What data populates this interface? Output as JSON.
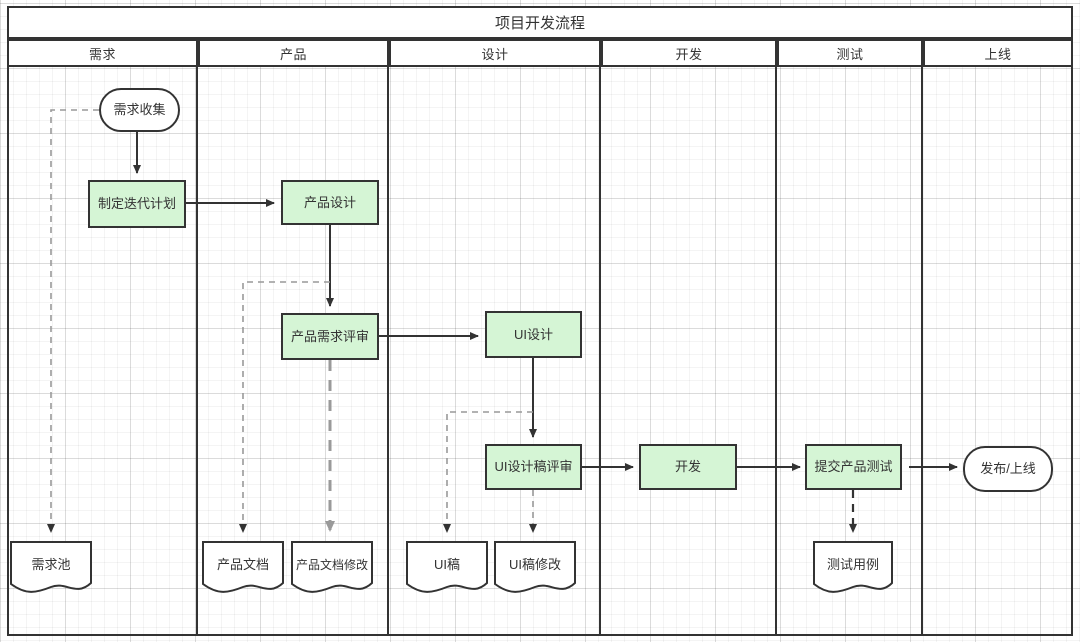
{
  "diagram": {
    "title": "项目开发流程",
    "type": "swimlane-flowchart",
    "lanes": [
      {
        "id": "lane-requirement",
        "label": "需求"
      },
      {
        "id": "lane-product",
        "label": "产品"
      },
      {
        "id": "lane-design",
        "label": "设计"
      },
      {
        "id": "lane-dev",
        "label": "开发"
      },
      {
        "id": "lane-test",
        "label": "测试"
      },
      {
        "id": "lane-launch",
        "label": "上线"
      }
    ],
    "colors": {
      "process_fill": "#d5f5d5",
      "stroke": "#333333",
      "dashed_gray": "#999999",
      "canvas": "#ffffff"
    },
    "nodes": [
      {
        "id": "n-req-collect",
        "label": "需求收集",
        "shape": "stadium",
        "lane": "需求"
      },
      {
        "id": "n-iter-plan",
        "label": "制定迭代计划",
        "shape": "process",
        "lane": "需求"
      },
      {
        "id": "n-req-pool",
        "label": "需求池",
        "shape": "document",
        "lane": "需求"
      },
      {
        "id": "n-prod-design",
        "label": "产品设计",
        "shape": "process",
        "lane": "产品"
      },
      {
        "id": "n-prod-review",
        "label": "产品需求评审",
        "shape": "process",
        "lane": "产品"
      },
      {
        "id": "n-prod-doc",
        "label": "产品文档",
        "shape": "document",
        "lane": "产品"
      },
      {
        "id": "n-prod-doc-edit",
        "label": "产品文档修改",
        "shape": "document",
        "lane": "产品"
      },
      {
        "id": "n-ui-design",
        "label": "UI设计",
        "shape": "process",
        "lane": "设计"
      },
      {
        "id": "n-ui-review",
        "label": "UI设计稿评审",
        "shape": "process",
        "lane": "设计"
      },
      {
        "id": "n-ui-draft",
        "label": "UI稿",
        "shape": "document",
        "lane": "设计"
      },
      {
        "id": "n-ui-draft-edit",
        "label": "UI稿修改",
        "shape": "document",
        "lane": "设计"
      },
      {
        "id": "n-dev",
        "label": "开发",
        "shape": "process",
        "lane": "开发"
      },
      {
        "id": "n-submit-test",
        "label": "提交产品测试",
        "shape": "process",
        "lane": "测试"
      },
      {
        "id": "n-test-case",
        "label": "测试用例",
        "shape": "document",
        "lane": "测试"
      },
      {
        "id": "n-release",
        "label": "发布/上线",
        "shape": "stadium",
        "lane": "上线"
      }
    ],
    "edges": [
      {
        "from": "n-req-collect",
        "to": "n-iter-plan",
        "style": "solid"
      },
      {
        "from": "n-req-collect",
        "to": "n-req-pool",
        "style": "dashed"
      },
      {
        "from": "n-iter-plan",
        "to": "n-prod-design",
        "style": "solid"
      },
      {
        "from": "n-prod-design",
        "to": "n-prod-review",
        "style": "solid"
      },
      {
        "from": "n-prod-review",
        "to": "n-prod-doc",
        "style": "dashed"
      },
      {
        "from": "n-prod-review",
        "to": "n-prod-doc-edit",
        "style": "dashed-gray"
      },
      {
        "from": "n-prod-review",
        "to": "n-ui-design",
        "style": "solid"
      },
      {
        "from": "n-ui-design",
        "to": "n-ui-review",
        "style": "solid"
      },
      {
        "from": "n-ui-review",
        "to": "n-ui-draft",
        "style": "dashed"
      },
      {
        "from": "n-ui-review",
        "to": "n-ui-draft-edit",
        "style": "dashed"
      },
      {
        "from": "n-ui-review",
        "to": "n-dev",
        "style": "solid"
      },
      {
        "from": "n-dev",
        "to": "n-submit-test",
        "style": "solid"
      },
      {
        "from": "n-submit-test",
        "to": "n-test-case",
        "style": "dashed"
      },
      {
        "from": "n-submit-test",
        "to": "n-release",
        "style": "solid"
      }
    ]
  }
}
